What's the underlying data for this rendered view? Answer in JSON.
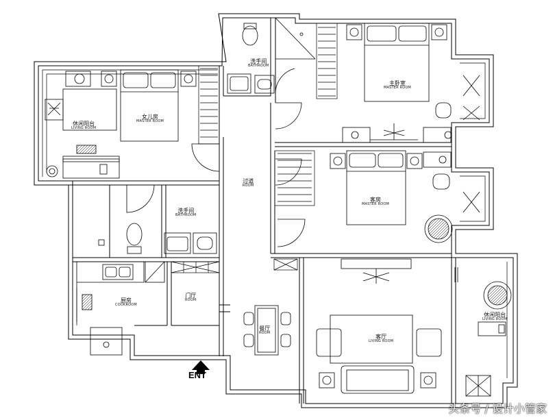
{
  "rooms": {
    "leisure": {
      "cn": "休闲阳台",
      "en": "LIVING ROOM"
    },
    "daughter": {
      "cn": "女儿房",
      "en": "MASTER ROOM"
    },
    "bath_top": {
      "cn": "洗手间",
      "en": "BATHROOM"
    },
    "master": {
      "cn": "主卧室",
      "en": "MASTER ROOM"
    },
    "corridor": {
      "cn": "过道",
      "en": "ROOM"
    },
    "bath_left": {
      "cn": "洗手间",
      "en": "BATHROOM"
    },
    "guest": {
      "cn": "客房",
      "en": "MASTER ROOM"
    },
    "kitchen": {
      "cn": "厨房",
      "en": "COOKROOM"
    },
    "foyer": {
      "cn": "门厅",
      "en": "ROOM"
    },
    "dining": {
      "cn": "餐厅",
      "en": "ROOM"
    },
    "living": {
      "cn": "客厅",
      "en": "LIVING ROOM"
    },
    "balcony": {
      "cn": "休闲阳台",
      "en": "LIVING ROOM"
    }
  },
  "entrance": "ENT",
  "watermark": "头条号 / 设计小管家",
  "colors": {
    "line": "#000000",
    "paper": "#ffffff"
  }
}
